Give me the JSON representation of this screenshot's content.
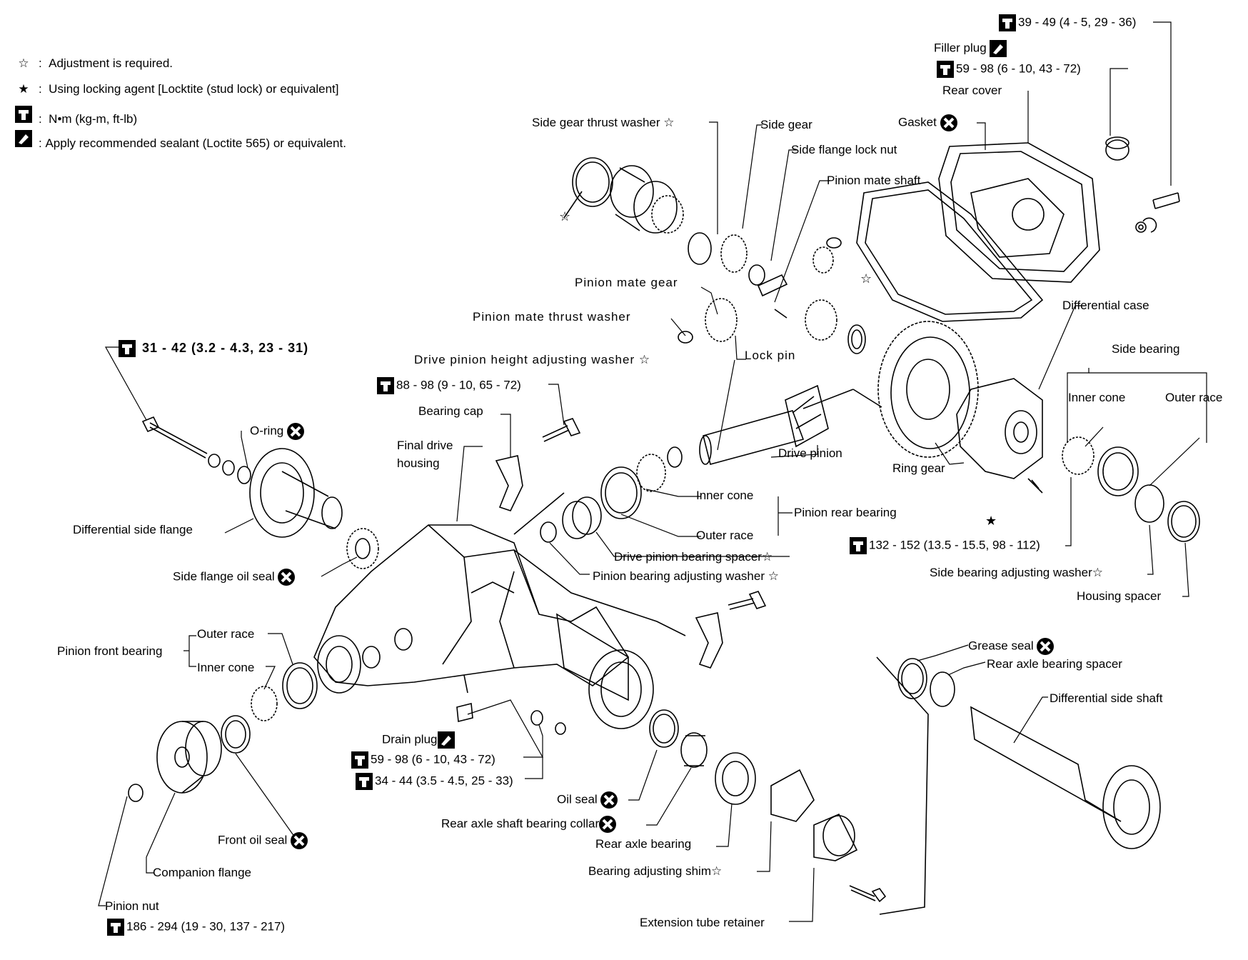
{
  "legend": [
    {
      "symbol": "☆",
      "text": "Adjustment is required."
    },
    {
      "symbol": "★",
      "text": "Using locking agent [Locktite (stud lock) or equivalent]"
    },
    {
      "symbol": "wrench-icon",
      "text": "N•m  (kg-m,  ft-lb)"
    },
    {
      "symbol": "sealant-icon",
      "text": "Apply recommended sealant (Loctite 565) or equivalent."
    }
  ],
  "labels": {
    "torque_top_bolt": "39 - 49 (4 - 5, 29 - 36)",
    "filler_plug": "Filler plug",
    "torque_filler": "59 - 98 (6 - 10, 43 - 72)",
    "rear_cover": "Rear cover",
    "gasket": "Gasket",
    "side_gear_thrust_washer": "Side gear thrust washer ☆",
    "side_gear": "Side gear",
    "side_flange_lock_nut": "Side flange lock nut",
    "pinion_mate_shaft": "Pinion mate shaft",
    "pinion_mate_gear": "Pinion mate gear",
    "pinion_mate_thrust_washer": "Pinion mate thrust washer",
    "lock_pin": "Lock pin",
    "differential_case": "Differential case",
    "side_bearing": "Side bearing",
    "inner_cone_right": "Inner cone",
    "outer_race_right": "Outer race",
    "torque_side_flange_bolt": "31 - 42 (3.2 - 4.3, 23 - 31)",
    "drive_pinion_height_adjusting_washer": "Drive pinion height adjusting washer ☆",
    "torque_bearing_cap": "88 - 98 (9 - 10, 65 - 72)",
    "bearing_cap": "Bearing cap",
    "o_ring": "O-ring",
    "final_drive_housing_1": "Final drive",
    "final_drive_housing_2": "housing",
    "drive_pinion": "Drive pinion",
    "ring_gear": "Ring gear",
    "differential_side_flange": "Differential side flange",
    "inner_cone_mid": "Inner cone",
    "pinion_rear_bearing": "Pinion rear bearing",
    "outer_race_mid": "Outer race",
    "torque_ring_gear_bolt": "132 - 152 (13.5 - 15.5, 98 - 112)",
    "drive_pinion_bearing_spacer": "Drive pinion bearing spacer☆",
    "side_flange_oil_seal": "Side flange oil seal",
    "pinion_bearing_adjusting_washer": "Pinion bearing adjusting washer ☆",
    "side_bearing_adjusting_washer": "Side bearing adjusting washer☆",
    "housing_spacer": "Housing spacer",
    "outer_race_front": "Outer race",
    "pinion_front_bearing": "Pinion front bearing",
    "inner_cone_front": "Inner cone",
    "grease_seal": "Grease seal",
    "rear_axle_bearing_spacer": "Rear axle bearing spacer",
    "differential_side_shaft": "Differential side shaft",
    "drain_plug": "Drain plug",
    "torque_drain_plug": "59 - 98 (6 - 10, 43 - 72)",
    "torque_nut": "34 - 44 (3.5 - 4.5, 25 - 33)",
    "oil_seal": "Oil seal",
    "rear_axle_shaft_bearing_collar": "Rear axle shaft bearing collar",
    "rear_axle_bearing": "Rear axle bearing",
    "front_oil_seal": "Front oil seal",
    "bearing_adjusting_shim": "Bearing adjusting shim☆",
    "companion_flange": "Companion flange",
    "pinion_nut": "Pinion nut",
    "torque_pinion_nut": "186 - 294 (19 - 30, 137 - 217)",
    "extension_tube_retainer": "Extension tube retainer"
  }
}
